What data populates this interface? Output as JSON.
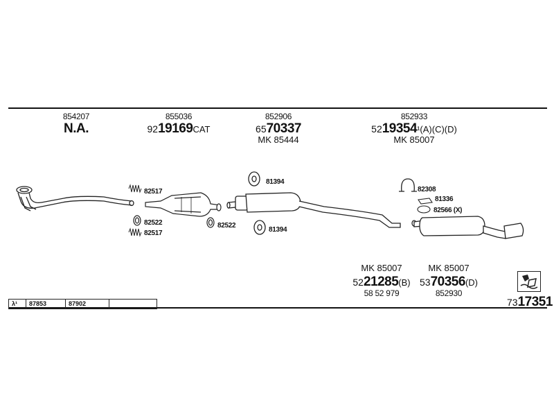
{
  "header": [
    {
      "id": "col1",
      "number": "854207",
      "line2": "N.A.",
      "line3": ""
    },
    {
      "id": "col2",
      "number": "855036",
      "prefix": "92",
      "main": "19169",
      "suffix": "CAT",
      "line3": ""
    },
    {
      "id": "col3",
      "number": "852906",
      "prefix": "65",
      "main": "70337",
      "suffix": "",
      "line3": "MK 85444"
    },
    {
      "id": "col4",
      "number": "852933",
      "prefix": "52",
      "main": "19354",
      "suffix": "¹(A)(C)(D)",
      "line3": "MK 85007"
    }
  ],
  "callouts": {
    "c82517a": "82517",
    "c82522a": "82522",
    "c82517b": "82517",
    "c82522b": "82522",
    "c81394a": "81394",
    "c81394b": "81394",
    "c82308": "82308",
    "c81336": "81336",
    "c82566": "82566 (X)"
  },
  "bottom": [
    {
      "id": "b1",
      "mk": "MK 85007",
      "prefix": "52",
      "main": "21285",
      "suffix": "(B)",
      "line3": "58 52 979"
    },
    {
      "id": "b2",
      "mk": "MK 85007",
      "prefix": "53",
      "main": "70356",
      "suffix": "(D)",
      "line3": "852930"
    }
  ],
  "lambda_row": {
    "symbol": "λ¹",
    "cells": [
      "87853",
      "87902"
    ]
  },
  "diagram_id": {
    "prefix": "73",
    "main": "17351"
  }
}
